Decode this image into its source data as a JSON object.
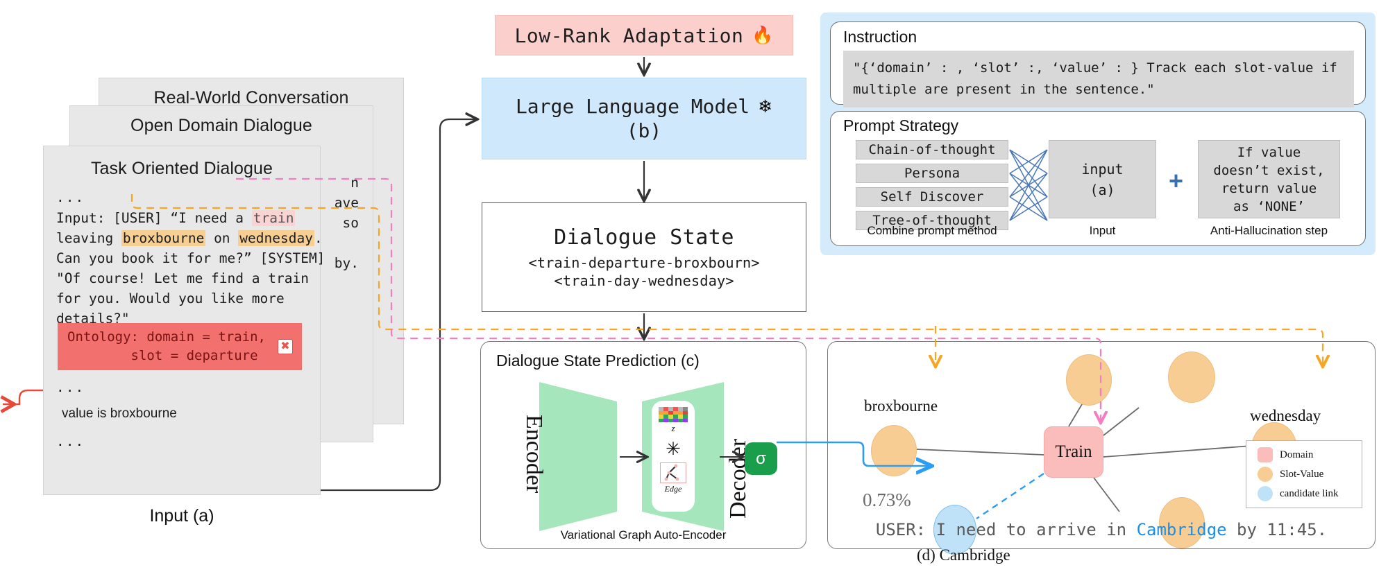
{
  "cards": {
    "real_world": "Real-World Conversation",
    "open_domain": "Open Domain Dialogue",
    "task_oriented": "Task Oriented Dialogue",
    "dots": "...",
    "dialogue": {
      "l1_a": "Input: [USER] “I need a ",
      "l1_train": "train",
      "l2_a": "leaving ",
      "l2_src": "broxbourne",
      "l2_b": " on ",
      "l2_day": "wednesday",
      "l2_c": ".",
      "l3": "Can you book it for me?” [SYSTEM]",
      "l4": "\"Of course! Let me find a train",
      "l5": "for you. Would you like more",
      "l6": "details?\""
    },
    "ontology_line1": "Ontology: domain = train,",
    "ontology_line2": "        slot = departure",
    "ontology_close_icon": "close-icon",
    "value_line": "value is broxbourne",
    "input_label": "Input (a)"
  },
  "center": {
    "lora_label": "Low-Rank Adaptation",
    "lora_icon": "fire-emoji",
    "llm_label": "Large Language Model",
    "llm_icon": "snowflake-emoji",
    "llm_sub": "(b)",
    "dialogue_state_title": "Dialogue State",
    "dialogue_state_l1": "<train-departure-broxbourn>",
    "dialogue_state_l2": "<train-day-wednesday>"
  },
  "dsp": {
    "title": "Dialogue State Prediction (c)",
    "encoder": "Encoder",
    "decoder": "Decoder",
    "z_label": "z",
    "star": "✳",
    "edge_label": "Edge",
    "sigma": "σ",
    "caption": "Variational Graph Auto-Encoder"
  },
  "instruction": {
    "heading": "Instruction",
    "line1": "\"{‘domain’ : , ‘slot’ :, ‘value’ : } Track each slot-value if",
    "line2": "multiple are present in the sentence.\""
  },
  "prompt_strategy": {
    "heading": "Prompt Strategy",
    "methods": [
      "Chain-of-thought",
      "Persona",
      "Self Discover",
      "Tree-of-thought"
    ],
    "methods_caption": "Combine prompt method",
    "input_l1": "input",
    "input_l2": "(a)",
    "input_caption": "Input",
    "plus": "+",
    "anti_l1": "If value",
    "anti_l2": "doesn’t exist,",
    "anti_l3": "return value",
    "anti_l4": "as ‘NONE’",
    "anti_caption": "Anti-Hallucination step"
  },
  "graph": {
    "node_broxbourne_label": "broxbourne",
    "node_wednesday_label": "wednesday",
    "domain_node": "Train",
    "candidate_label": "(d) Cambridge",
    "probability": "0.73%",
    "user_utterance_pre": "USER: I need to arrive in ",
    "user_utterance_hl": "Cambridge",
    "user_utterance_post": " by 11:45.",
    "legend": [
      {
        "name": "Domain",
        "color": "#fbbdbb"
      },
      {
        "name": "Slot-Value",
        "color": "#f8cd93"
      },
      {
        "name": "candidate link",
        "color": "#bfe2f8"
      }
    ]
  },
  "colors": {
    "lora_bg": "#fbcfcb",
    "llm_bg": "#cfe8fb",
    "panel_blue": "#d4ebfb",
    "ontology_red": "#f2706e",
    "encoder_green": "#a5e6bd",
    "sigma_green": "#1a9e4b",
    "orange_dash": "#f5a623",
    "pink_dash": "#f57ec1",
    "blue_line": "#2a9df4",
    "highlight_orange": "#f8cf92",
    "highlight_pink": "#fbd3d3"
  }
}
